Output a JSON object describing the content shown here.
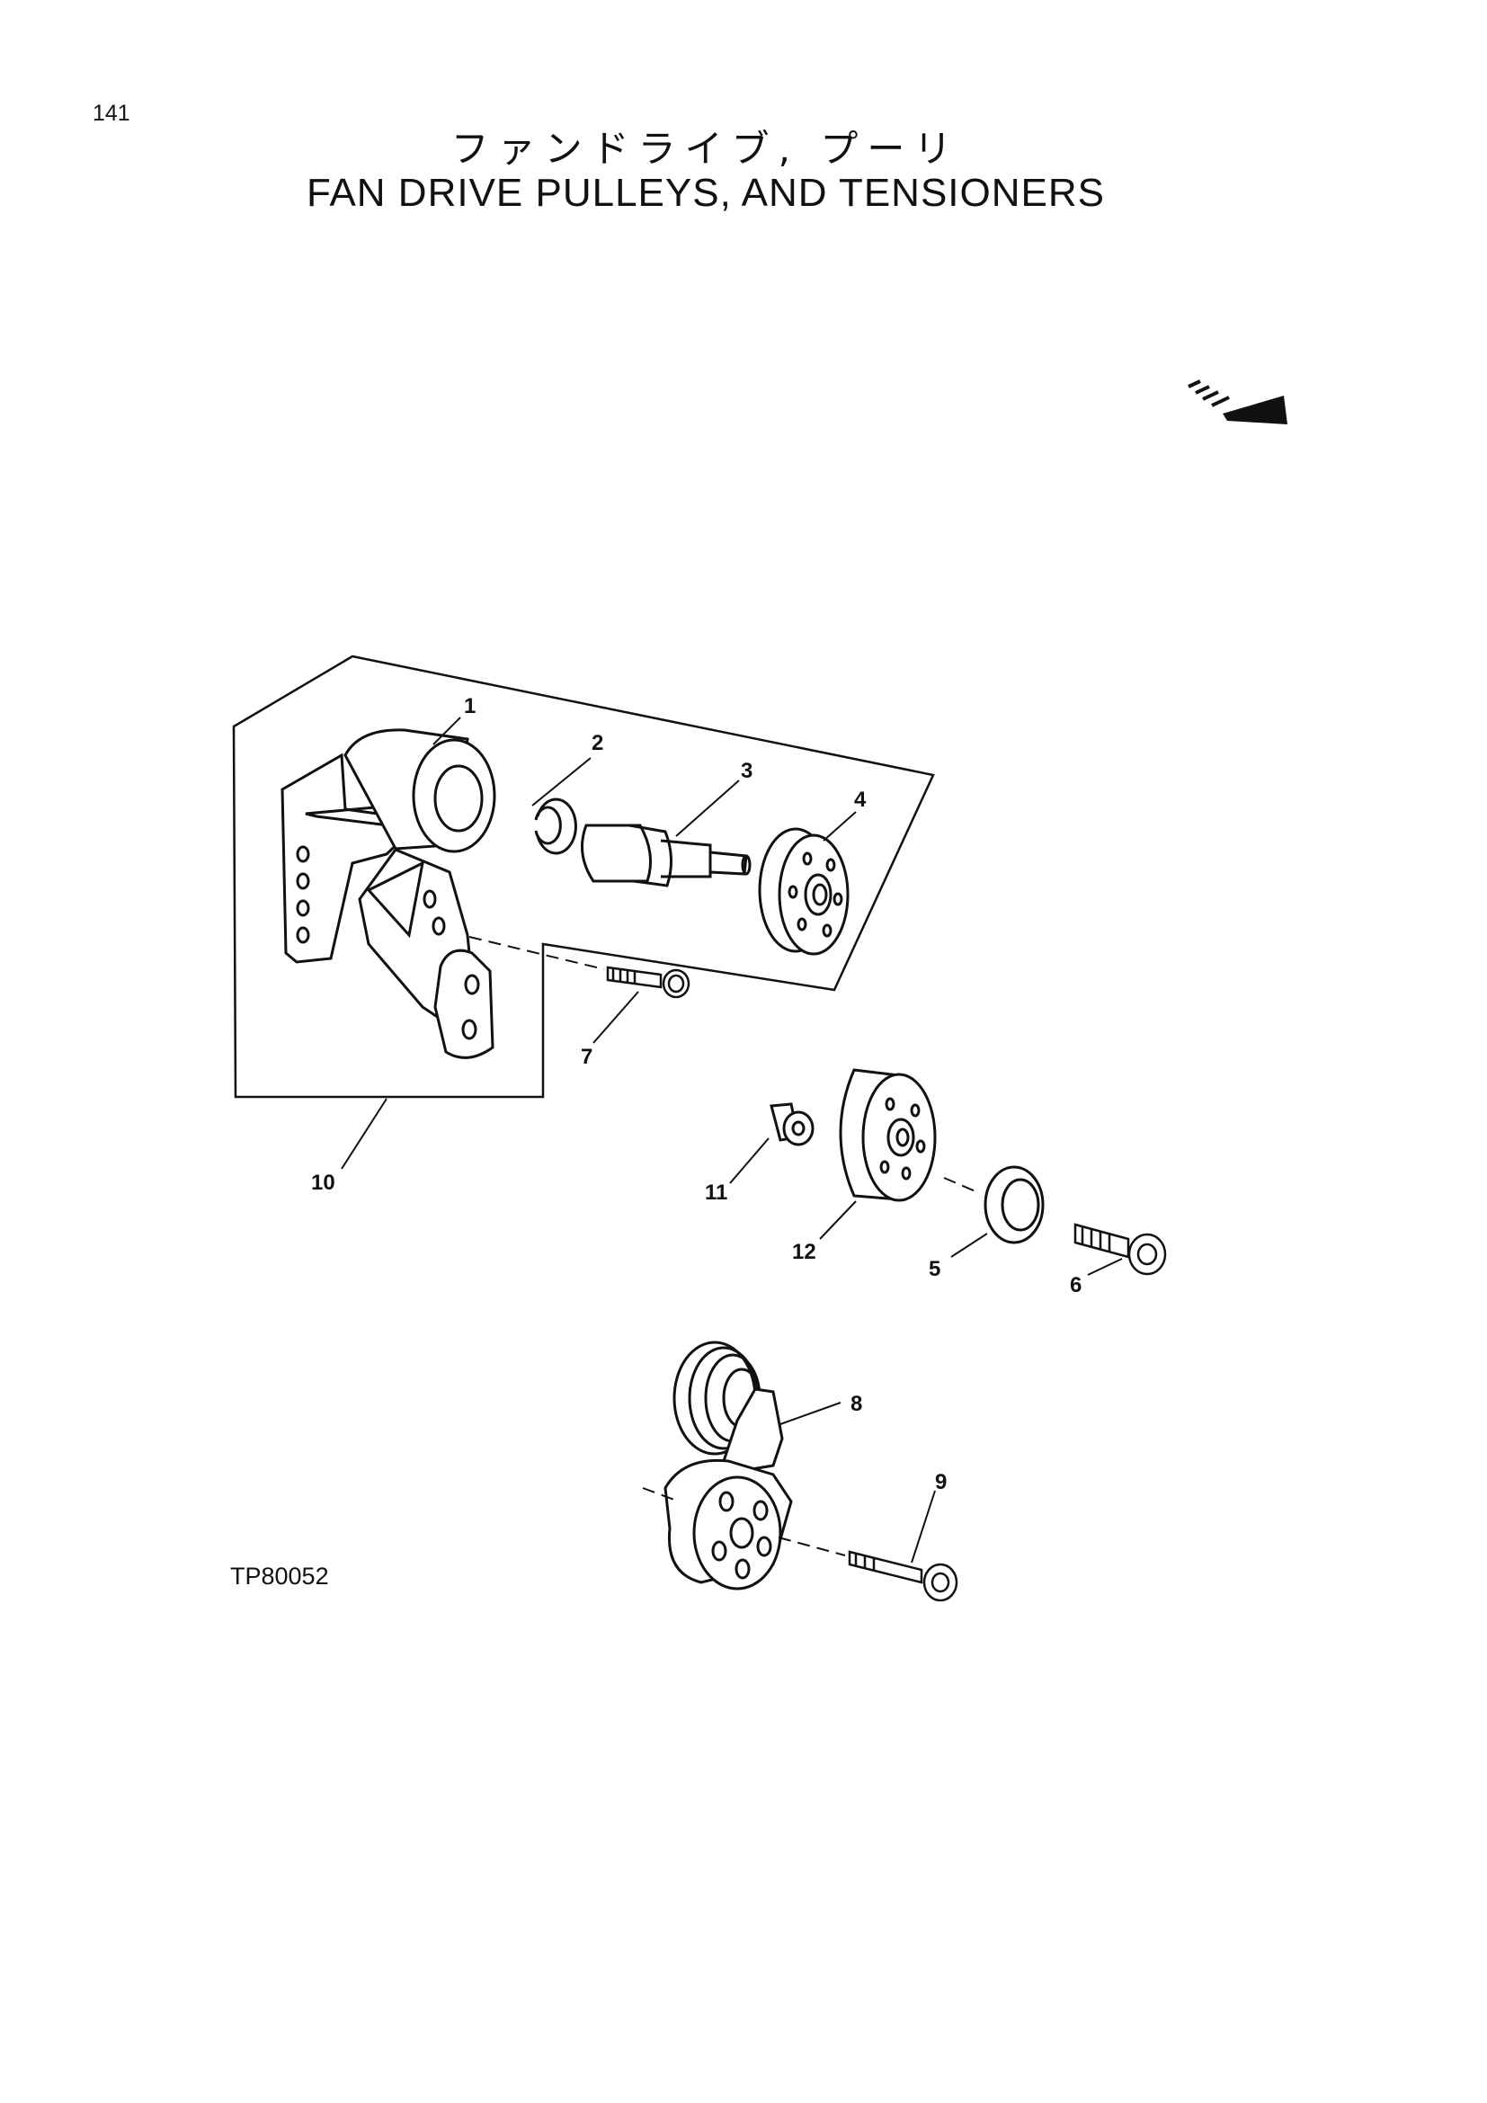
{
  "page": {
    "number": "141",
    "title_jp": "ファンドライブ, プーリ",
    "title_en": "FAN DRIVE PULLEYS, AND TENSIONERS",
    "figure_code": "TP80052"
  },
  "callouts": [
    "1",
    "2",
    "3",
    "4",
    "5",
    "6",
    "7",
    "8",
    "9",
    "10",
    "11",
    "12"
  ],
  "icons": {
    "direction": "direction-arrow-icon"
  }
}
